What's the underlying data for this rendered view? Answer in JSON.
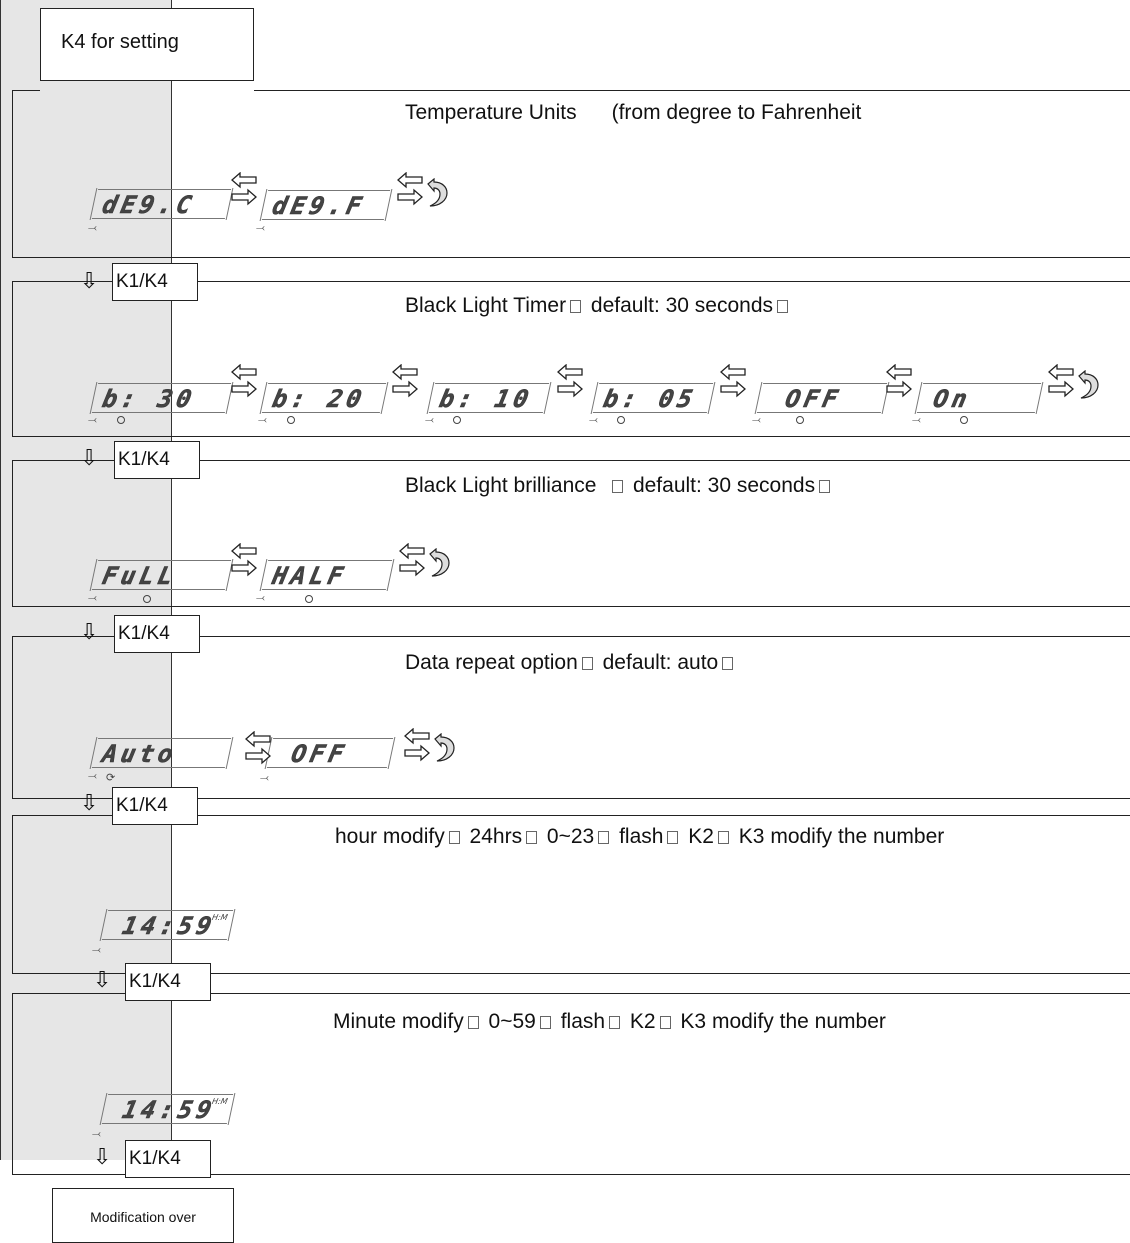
{
  "start_label": "K4 for setting",
  "end_label": "Modification over",
  "step_label": "K1/K4",
  "sections": [
    {
      "title_parts": [
        "Temperature Units      (from degree to Fahrenheit"
      ],
      "displays": [
        "dE9.C",
        "dE9.F"
      ]
    },
    {
      "title_parts": [
        "Black Light Timer",
        " default: 30 seconds",
        ""
      ],
      "displays": [
        "b: 30",
        "b: 20",
        "b: 10",
        "b: 05",
        "OFF",
        "On"
      ]
    },
    {
      "title_parts": [
        "Black Light brilliance  ",
        " default: 30 seconds",
        ""
      ],
      "displays": [
        "FuLL",
        "HALF"
      ]
    },
    {
      "title_parts": [
        "Data repeat option",
        " default: auto",
        ""
      ],
      "displays": [
        "Auto",
        "OFF"
      ]
    },
    {
      "title_parts": [
        "hour modify",
        " 24hrs",
        " 0~23",
        " flash",
        " K2",
        " K3 modify the number"
      ],
      "displays": [
        "14:59"
      ],
      "display_unit": "H:M"
    },
    {
      "title_parts": [
        "Minute modify",
        " 0~59",
        " flash",
        " K2",
        " K3 modify the number"
      ],
      "displays": [
        "14:59"
      ],
      "display_unit": "H:M"
    }
  ],
  "icons": {
    "wrench": "wrench-icon",
    "bulb": "bulb-icon",
    "cycle": "cycle-icon",
    "swap": "swap-arrows-icon",
    "loop": "loop-arrow-icon",
    "down": "down-arrow-icon"
  }
}
